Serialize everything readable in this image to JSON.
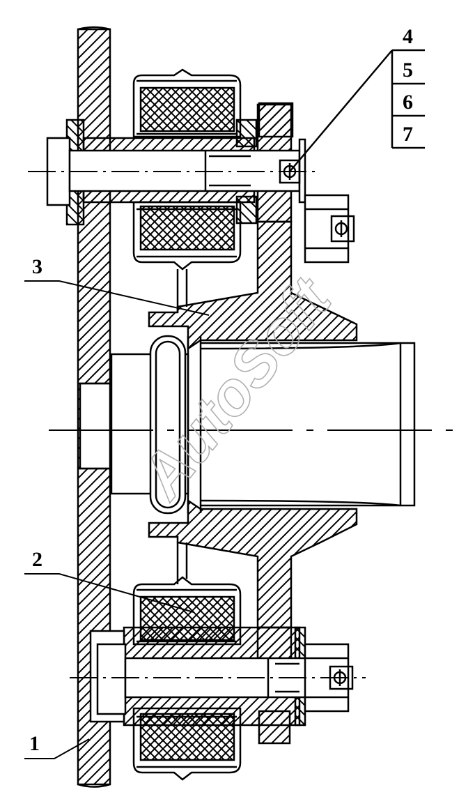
{
  "callouts": {
    "c1": "1",
    "c2": "2",
    "c3": "3",
    "c4": "4",
    "c5": "5",
    "c6": "6",
    "c7": "7"
  },
  "watermark": "AutoSoft"
}
